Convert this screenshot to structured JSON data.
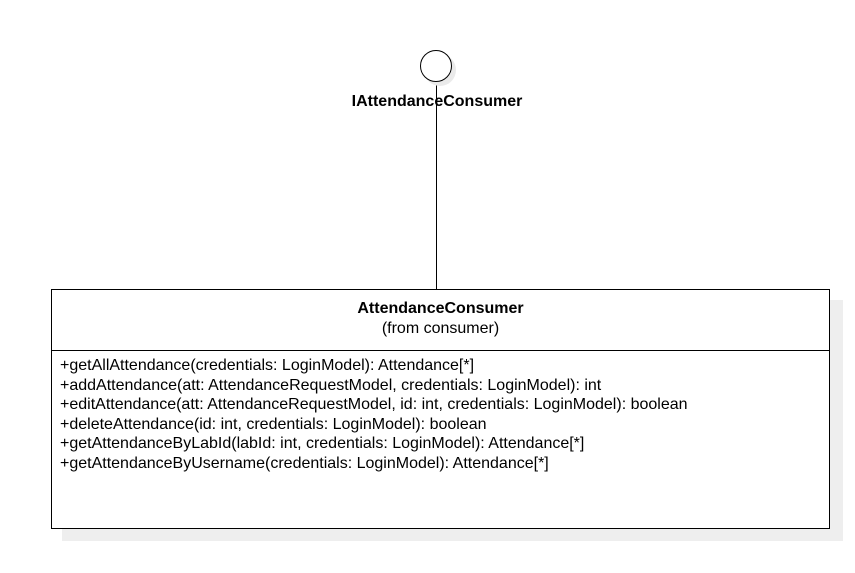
{
  "interface": {
    "name": "IAttendanceConsumer"
  },
  "class": {
    "name": "AttendanceConsumer",
    "package": "(from consumer)",
    "operations": [
      "+getAllAttendance(credentials: LoginModel): Attendance[*]",
      "+addAttendance(att: AttendanceRequestModel, credentials: LoginModel): int",
      "+editAttendance(att: AttendanceRequestModel, id: int, credentials: LoginModel): boolean",
      "+deleteAttendance(id: int, credentials: LoginModel): boolean",
      "+getAttendanceByLabId(labId: int, credentials: LoginModel): Attendance[*]",
      "+getAttendanceByUsername(credentials: LoginModel): Attendance[*]"
    ]
  },
  "colors": {
    "stroke": "#000000",
    "background": "#ffffff",
    "shadow": "#eeeeee"
  }
}
